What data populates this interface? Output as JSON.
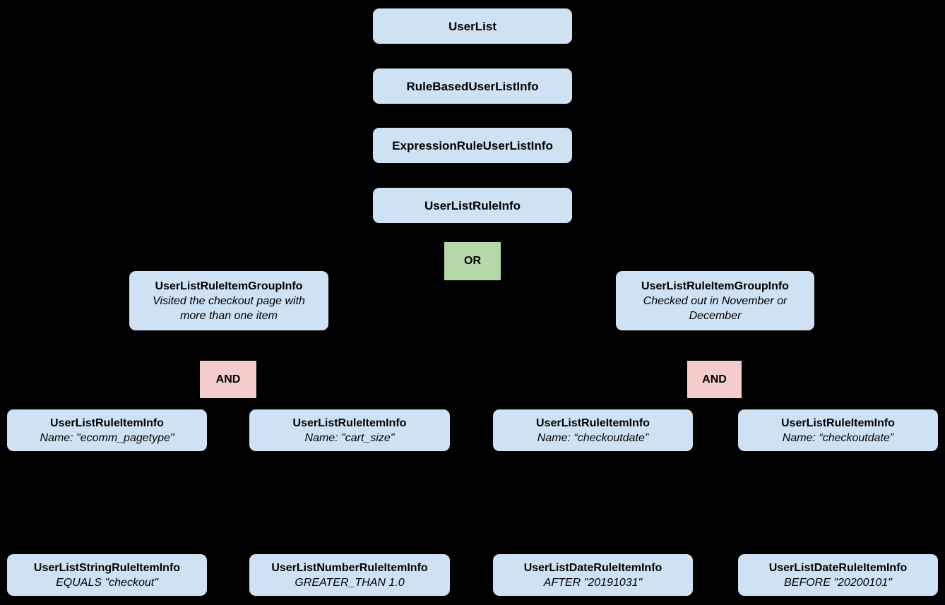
{
  "diagram": {
    "colors": {
      "background": "#000000",
      "node_fill": "#cfe2f3",
      "or_fill": "#b6d7a8",
      "and_fill": "#f4cccc",
      "text": "#000000"
    },
    "chain": [
      {
        "label": "UserList"
      },
      {
        "label": "RuleBasedUserListInfo"
      },
      {
        "label": "ExpressionRuleUserListInfo"
      },
      {
        "label": "UserListRuleInfo"
      }
    ],
    "or_operator": {
      "label": "OR"
    },
    "groups": [
      {
        "title": "UserListRuleItemGroupInfo",
        "description": "Visited the checkout page with more than one item"
      },
      {
        "title": "UserListRuleItemGroupInfo",
        "description": "Checked out in November or December"
      }
    ],
    "and_operators": [
      {
        "label": "AND"
      },
      {
        "label": "AND"
      }
    ],
    "rule_items": [
      {
        "title": "UserListRuleItemInfo",
        "subtitle": "Name: \"ecomm_pagetype\""
      },
      {
        "title": "UserListRuleItemInfo",
        "subtitle": "Name: \"cart_size\""
      },
      {
        "title": "UserListRuleItemInfo",
        "subtitle": "Name: “checkoutdate”"
      },
      {
        "title": "UserListRuleItemInfo",
        "subtitle": "Name: “checkoutdate”"
      }
    ],
    "leaf_items": [
      {
        "title": "UserListStringRuleItemInfo",
        "subtitle": "EQUALS \"checkout\""
      },
      {
        "title": "UserListNumberRuleItemInfo",
        "subtitle": "GREATER_THAN 1.0"
      },
      {
        "title": "UserListDateRuleItemInfo",
        "subtitle": "AFTER \"20191031\""
      },
      {
        "title": "UserListDateRuleItemInfo",
        "subtitle": "BEFORE \"20200101\""
      }
    ]
  }
}
